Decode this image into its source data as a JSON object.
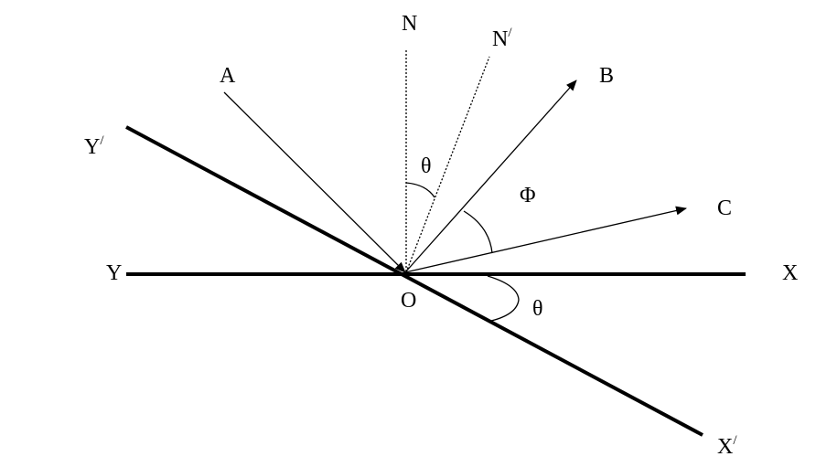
{
  "diagram": {
    "labels": {
      "N": "N",
      "N_prime": "N",
      "A": "A",
      "B": "B",
      "C": "C",
      "Y": "Y",
      "X": "X",
      "Y_prime": "Y",
      "X_prime": "X",
      "O": "O",
      "theta_top": "θ",
      "theta_bottom": "θ",
      "phi": "Φ",
      "prime_mark": "/"
    }
  }
}
